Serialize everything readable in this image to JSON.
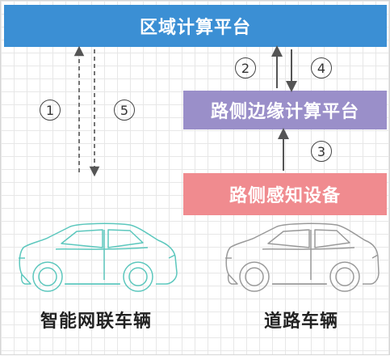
{
  "regional_platform": {
    "label": "区域计算平台",
    "color": "#3b8fd4"
  },
  "edge_platform": {
    "label": "路侧边缘计算平台",
    "color": "#9a8fc9"
  },
  "sensor_device": {
    "label": "路侧感知设备",
    "color": "#f08b8f"
  },
  "steps": {
    "one": "1",
    "two": "2",
    "three": "3",
    "four": "4",
    "five": "5"
  },
  "vehicles": {
    "connected": {
      "label": "智能网联车辆",
      "outline_color": "#5cc7bd"
    },
    "road": {
      "label": "道路车辆",
      "outline_color": "#9a9a9a"
    }
  },
  "icons": [
    "up-arrow-icon",
    "down-arrow-icon",
    "car-icon"
  ]
}
